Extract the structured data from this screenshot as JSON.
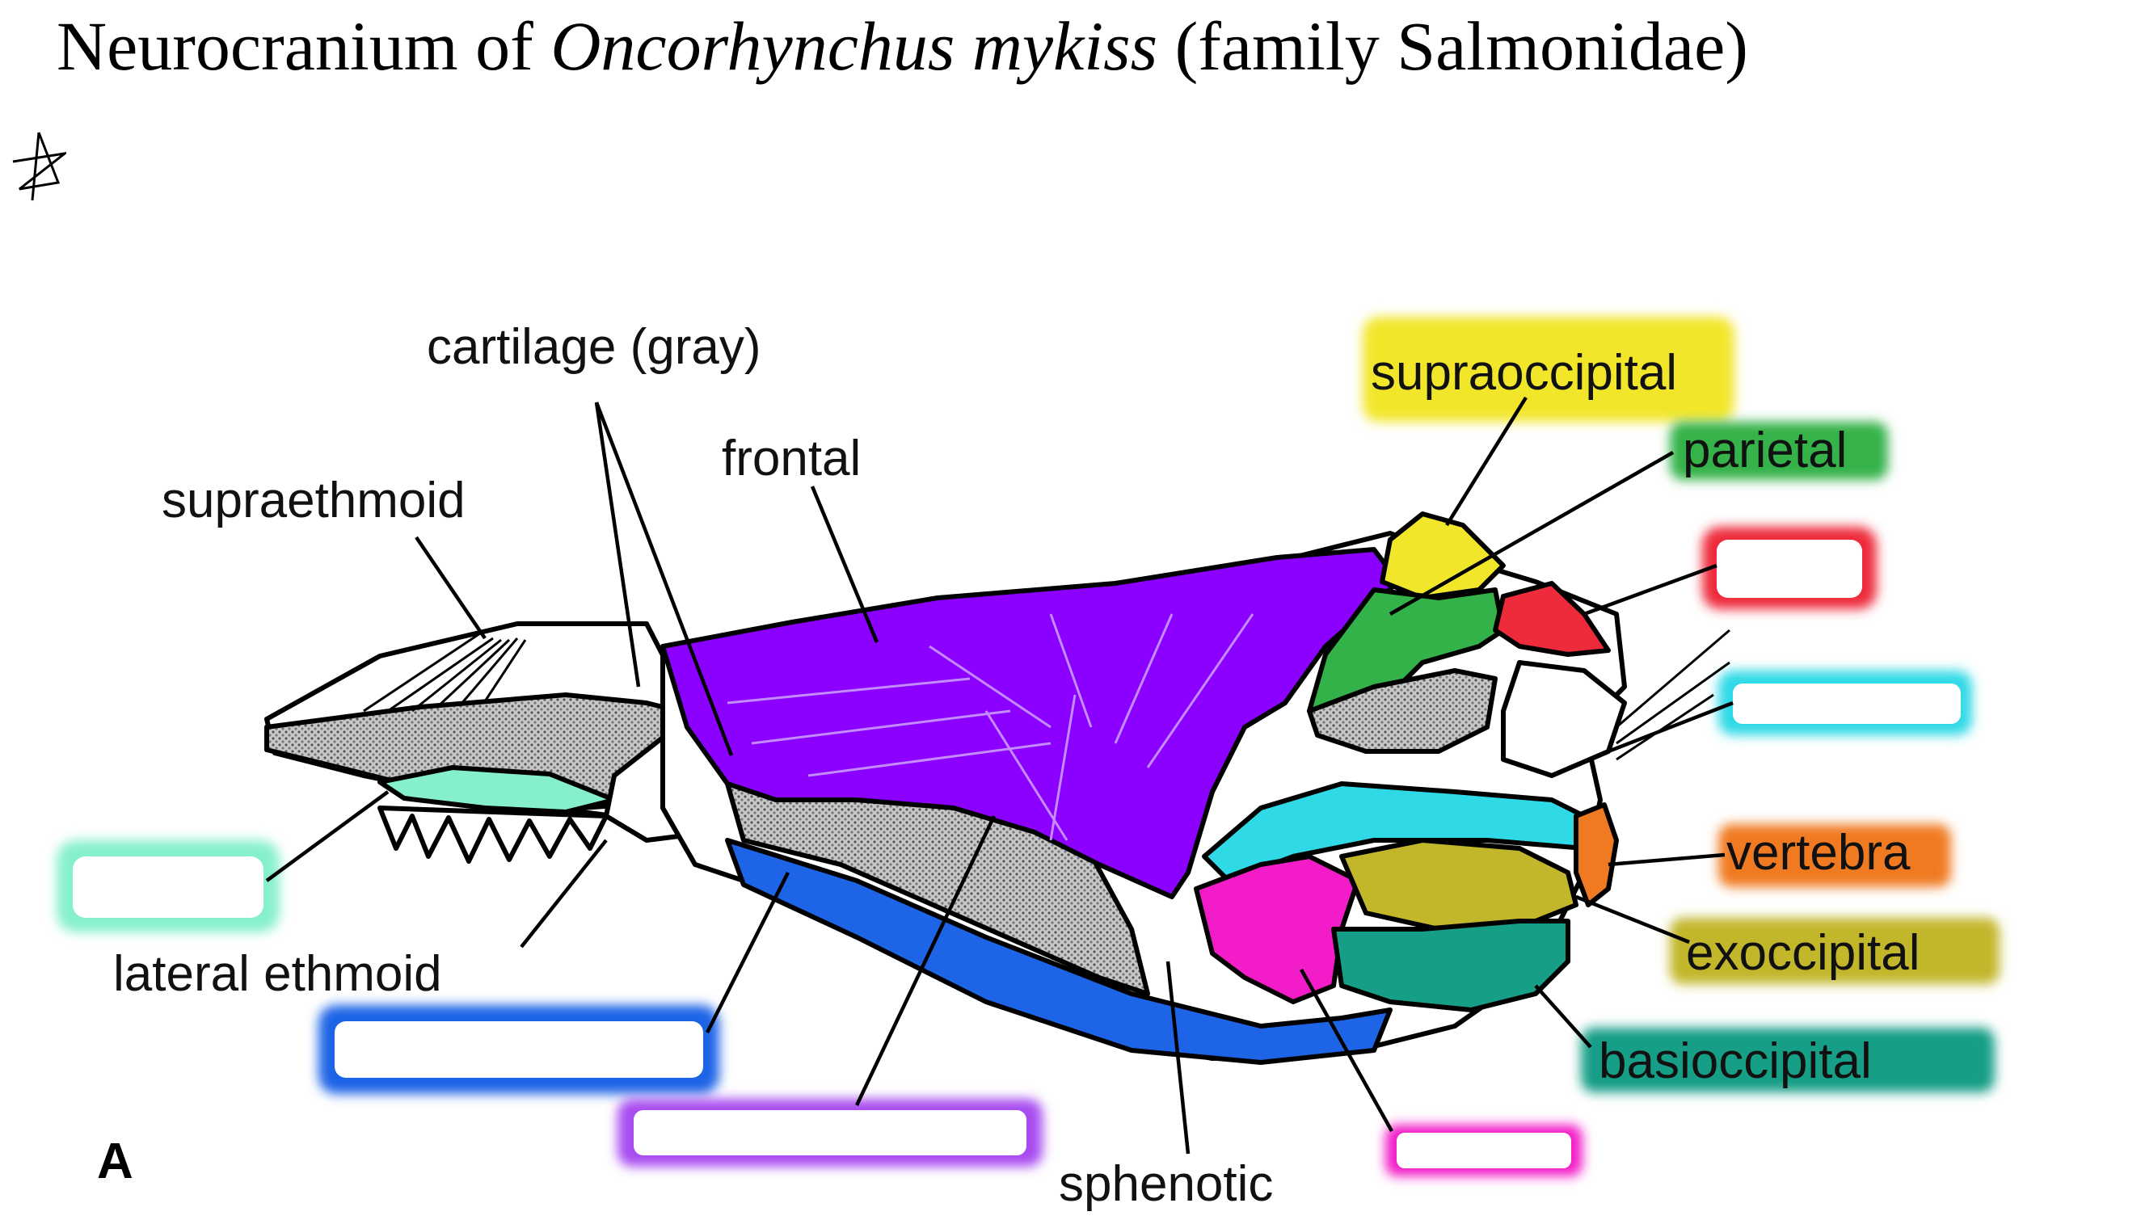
{
  "title": {
    "prefix": "Neurocranium of",
    "species": "Oncorhynchus mykiss",
    "suffix": "(family Salmonidae)"
  },
  "panel_letter": "A",
  "labels": {
    "cartilage": "cartilage (gray)",
    "frontal": "frontal",
    "supraethmoid": "supraethmoid",
    "lateral_ethmoid": "lateral ethmoid",
    "sphenotic": "sphenotic",
    "supraoccipital": "supraoccipital",
    "parietal": "parietal",
    "vertebra": "vertebra",
    "exoccipital": "exoccipital",
    "basioccipital": "basioccipital"
  },
  "colors": {
    "frontal": "#8b00ff",
    "supraoccipital": "#f2e62a",
    "parietal": "#34b24a",
    "red_bone": "#ee2b3a",
    "cyan_bone": "#2fd9e6",
    "vertebra": "#f07a22",
    "exoccipital": "#c2b62a",
    "basioccipital": "#169e86",
    "magenta_bone": "#f21cc8",
    "blue_bone": "#1e64e6",
    "mint_bone": "#86f0cc",
    "cartilage": "#a9a9a9"
  }
}
